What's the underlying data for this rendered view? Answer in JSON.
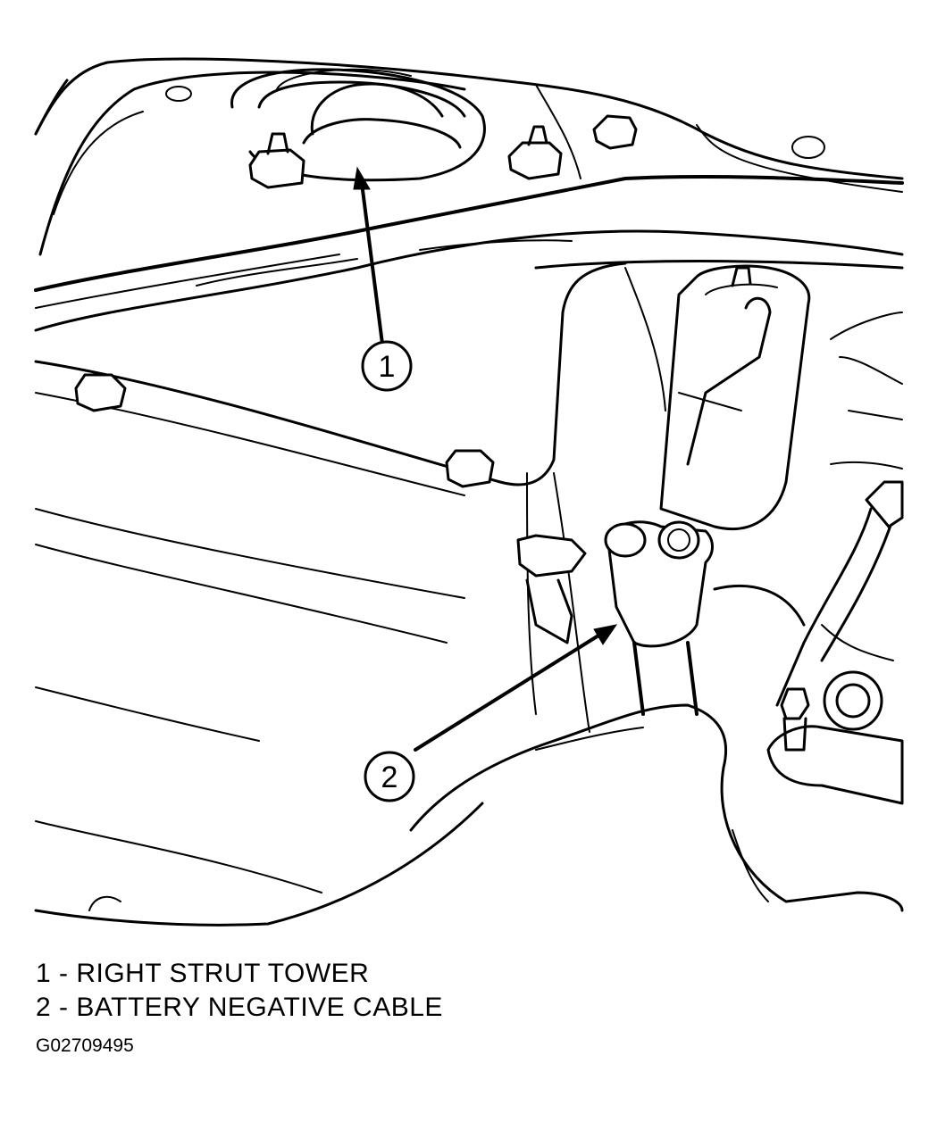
{
  "callouts": [
    {
      "number": "1"
    },
    {
      "number": "2"
    }
  ],
  "legend": [
    {
      "text": "1 - RIGHT STRUT TOWER"
    },
    {
      "text": "2 - BATTERY NEGATIVE CABLE"
    }
  ],
  "figure_id": "G02709495"
}
